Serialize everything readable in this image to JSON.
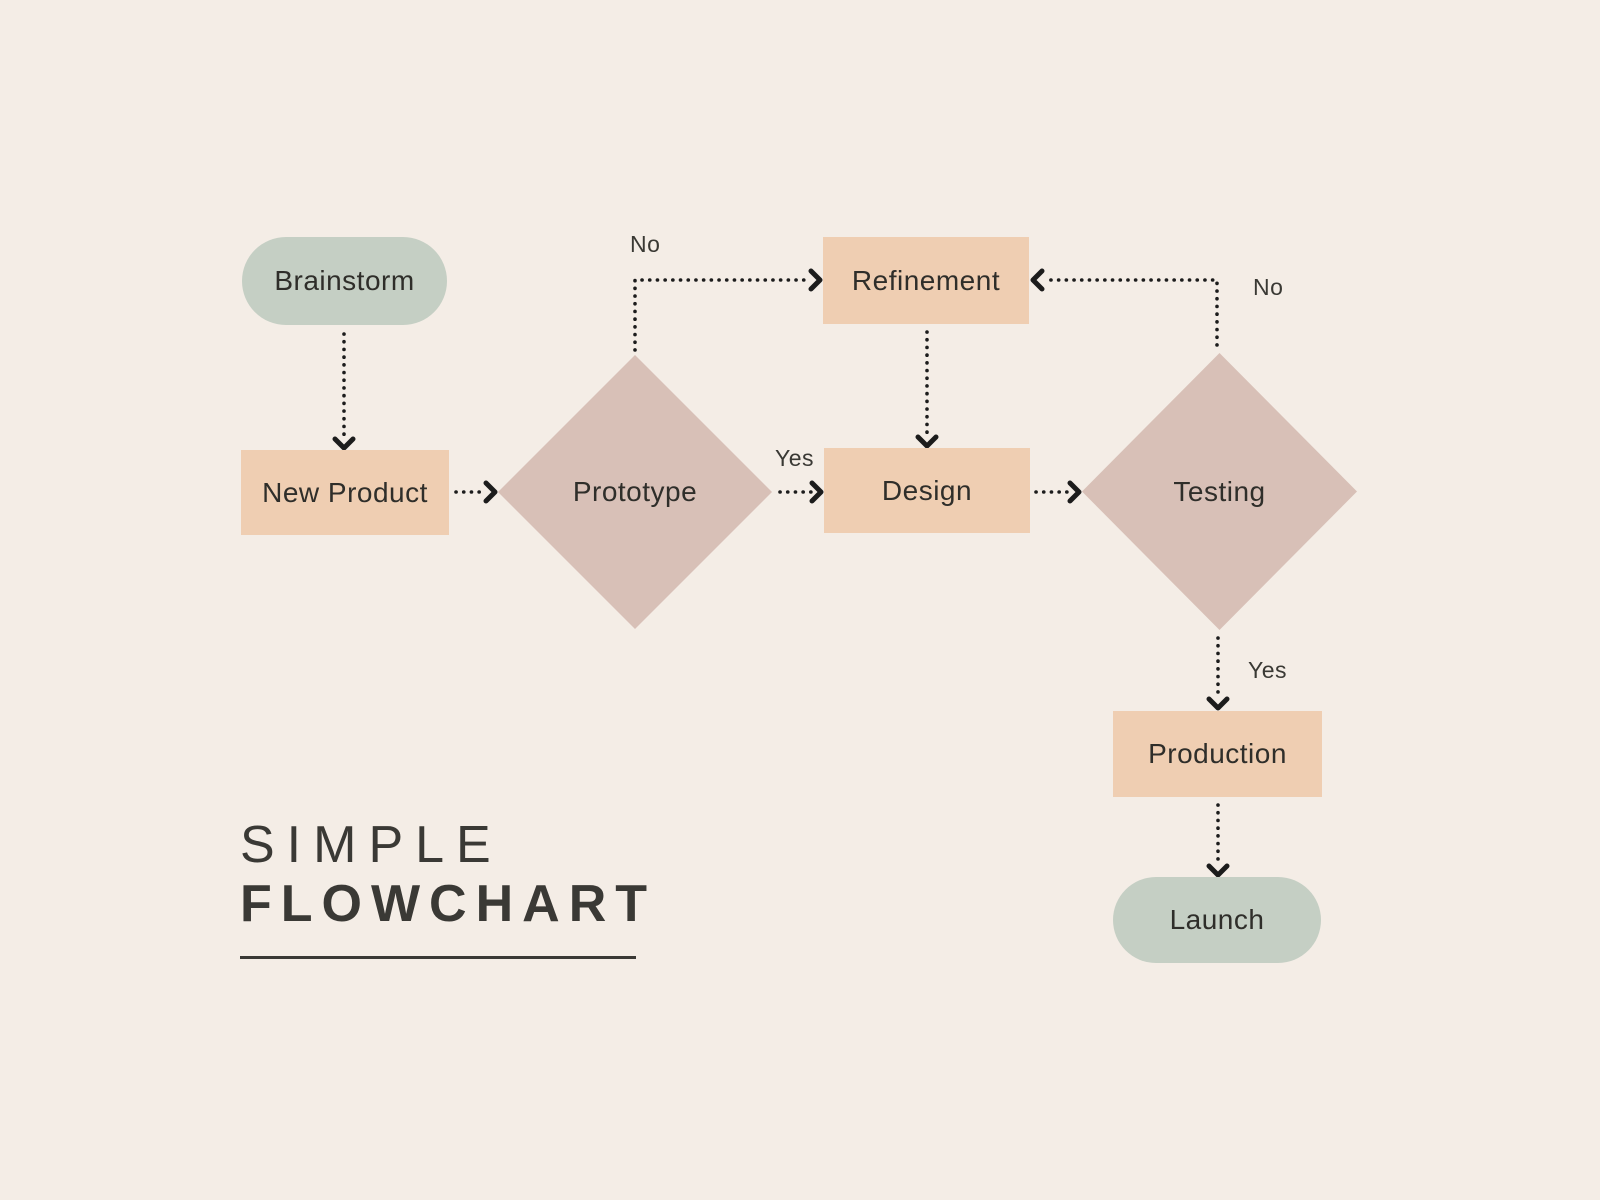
{
  "title": {
    "line1": "SIMPLE",
    "line2": "FLOWCHART"
  },
  "nodes": {
    "brainstorm": {
      "label": "Brainstorm",
      "type": "terminal"
    },
    "new_product": {
      "label": "New Product",
      "type": "process"
    },
    "prototype": {
      "label": "Prototype",
      "type": "decision"
    },
    "refinement": {
      "label": "Refinement",
      "type": "process"
    },
    "design": {
      "label": "Design",
      "type": "process"
    },
    "testing": {
      "label": "Testing",
      "type": "decision"
    },
    "production": {
      "label": "Production",
      "type": "process"
    },
    "launch": {
      "label": "Launch",
      "type": "terminal"
    }
  },
  "edges": [
    {
      "from": "brainstorm",
      "to": "new_product",
      "label": ""
    },
    {
      "from": "new_product",
      "to": "prototype",
      "label": ""
    },
    {
      "from": "prototype",
      "to": "refinement",
      "label": "No"
    },
    {
      "from": "prototype",
      "to": "design",
      "label": "Yes"
    },
    {
      "from": "refinement",
      "to": "design",
      "label": ""
    },
    {
      "from": "design",
      "to": "testing",
      "label": ""
    },
    {
      "from": "testing",
      "to": "refinement",
      "label": "No"
    },
    {
      "from": "testing",
      "to": "production",
      "label": "Yes"
    },
    {
      "from": "production",
      "to": "launch",
      "label": ""
    }
  ],
  "colors": {
    "background": "#f4ede6",
    "terminal_fill": "#c5cfc4",
    "process_fill": "#efceb2",
    "decision_fill": "#d8c0b7",
    "arrow": "#1c1c1c",
    "text": "#2f2e2a",
    "title_text": "#3a3935"
  }
}
